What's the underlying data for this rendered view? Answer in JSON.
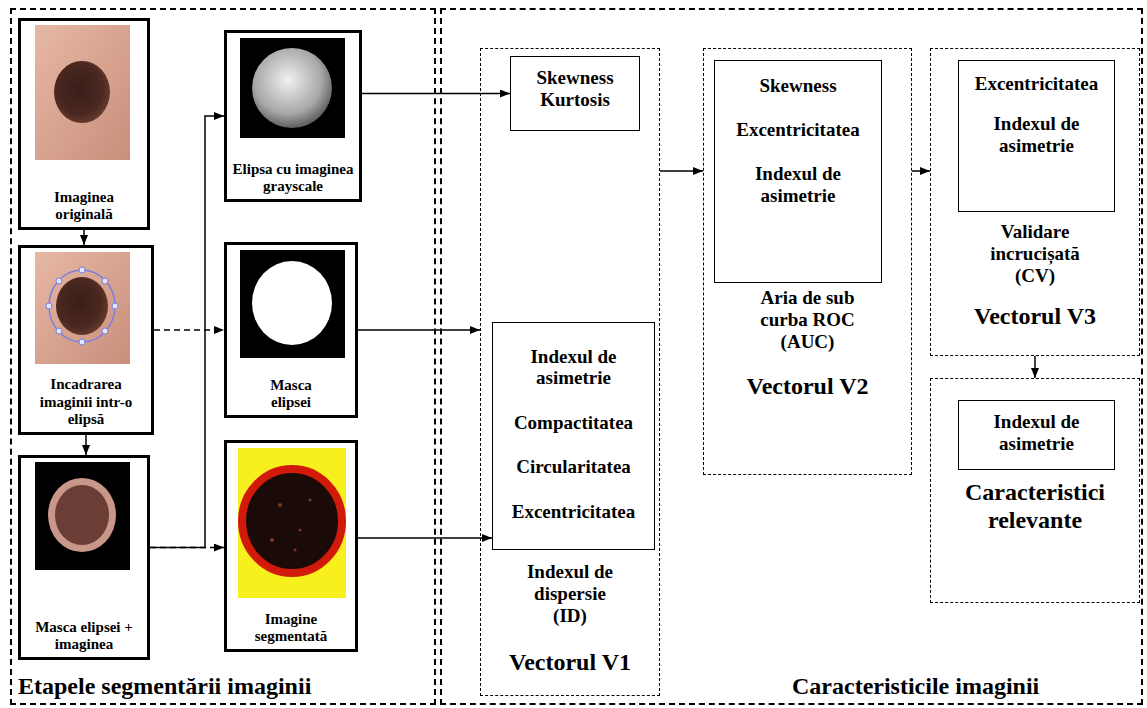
{
  "diagram": {
    "nodes": [
      {
        "text": [
          "Etapele segmentării imaginii"
        ]
      },
      {
        "text": [
          "Imaginea originală"
        ],
        "in": 0
      },
      {
        "text": [
          "Incadrarea imaginii intr-o elipsă"
        ],
        "in": 0
      },
      {
        "text": [
          "Masca elipsei + imaginea"
        ],
        "in": 0
      },
      {
        "text": [
          "Elipsa cu imaginea grayscale"
        ],
        "in": 0
      },
      {
        "text": [
          "Masca elipsei"
        ],
        "in": 0
      },
      {
        "text": [
          "Imagine segmentată"
        ],
        "in": 0
      },
      {
        "text": [
          "Caracteristicile imaginii"
        ]
      },
      {
        "text": [
          "Indexul de dispersie (ID)",
          "Vectorul V1"
        ],
        "in": 7
      },
      {
        "text": [
          "Skewness Kurtosis"
        ],
        "in": 8
      },
      {
        "text": [
          "Indexul de asimetrie",
          "Compactitatea",
          "Circularitatea",
          "Excentricitatea"
        ],
        "in": 8
      },
      {
        "text": [
          "Aria de sub curba ROC (AUC)",
          "Vectorul V2"
        ],
        "in": 7
      },
      {
        "text": [
          "Skewness",
          "Excentricitatea",
          "Indexul de asimetrie"
        ],
        "in": 11
      },
      {
        "text": [
          "Validare incrucișată (CV)",
          "Vectorul V3"
        ],
        "in": 7
      },
      {
        "text": [
          "Excentricitatea",
          "Indexul de asimetrie"
        ],
        "in": 13
      },
      {
        "text": [
          "Caracteristici relevante"
        ],
        "in": 7
      },
      {
        "text": [
          "Indexul de asimetrie"
        ],
        "in": 15
      }
    ],
    "edges": [
      {
        "from": 1,
        "to": 2,
        "arrow": "to"
      },
      {
        "from": 2,
        "to": 3,
        "arrow": "to"
      },
      {
        "from": 2,
        "to": 5,
        "arrow": "to"
      },
      {
        "from": 3,
        "to": 4,
        "arrow": "to"
      },
      {
        "from": 3,
        "to": 6,
        "arrow": "to"
      },
      {
        "from": 4,
        "to": 9,
        "arrow": "to"
      },
      {
        "from": 5,
        "to": 8,
        "arrow": "to"
      },
      {
        "from": 6,
        "to": 10,
        "arrow": "to"
      },
      {
        "from": 8,
        "to": 11,
        "arrow": "to"
      },
      {
        "from": 11,
        "to": 13,
        "arrow": "to"
      },
      {
        "from": 13,
        "to": 15,
        "arrow": "to"
      }
    ]
  }
}
